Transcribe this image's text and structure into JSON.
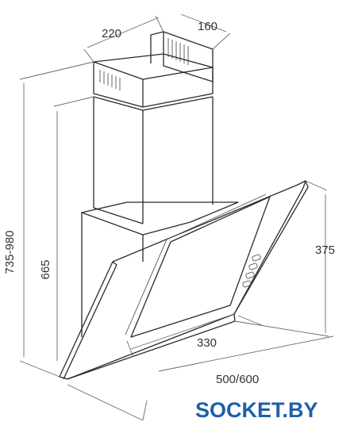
{
  "dimensions": {
    "chimney_width": "220",
    "chimney_depth": "160",
    "total_height": "735-980",
    "body_height": "665",
    "glass_height": "375",
    "inner_width": "330",
    "total_width": "500/600"
  },
  "logo": {
    "text": "SOCKET.BY",
    "color": "#1f5fa8"
  },
  "colors": {
    "line": "#2a2a2a",
    "dimension_line": "#6a6a6a",
    "text": "#333333"
  }
}
